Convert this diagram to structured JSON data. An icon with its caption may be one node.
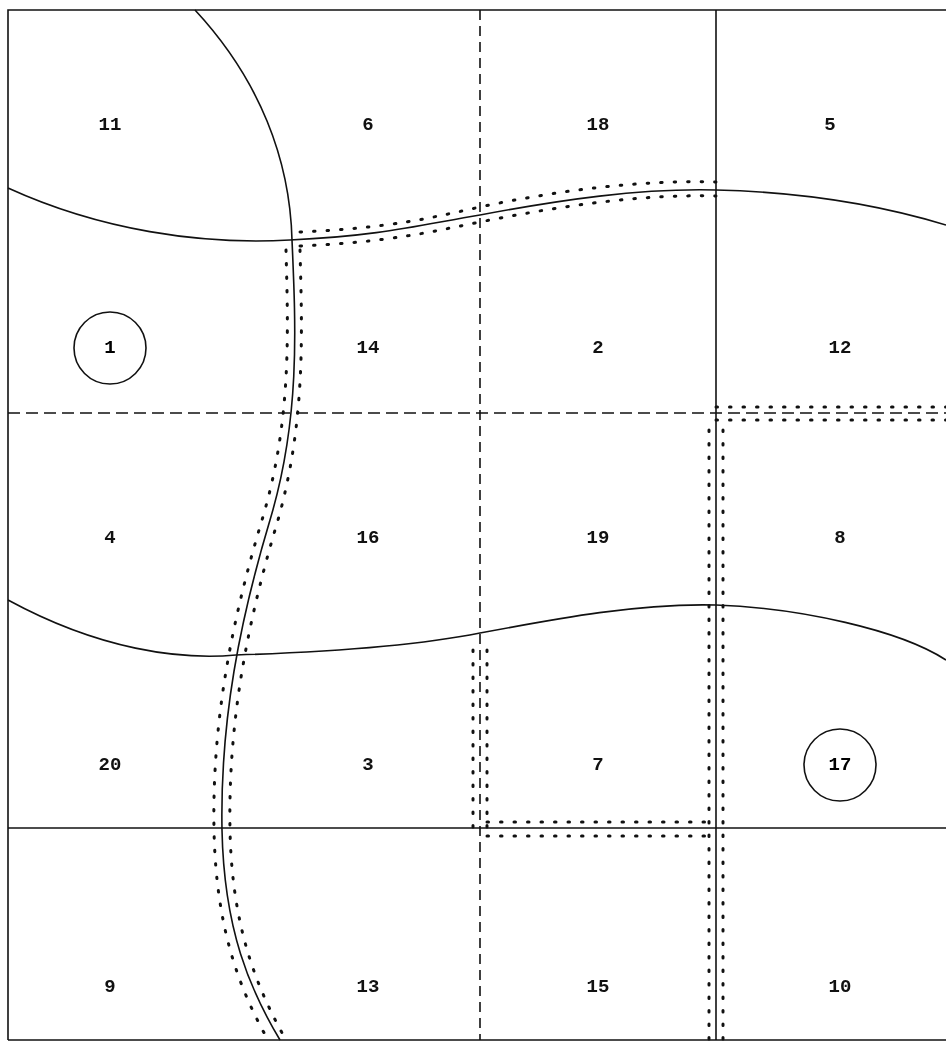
{
  "diagram": {
    "nodes": [
      {
        "text": [
          "1"
        ]
      },
      {
        "text": [
          "17"
        ]
      }
    ],
    "labels": [
      "11",
      "6",
      "18",
      "5",
      "14",
      "2",
      "12",
      "4",
      "16",
      "19",
      "8",
      "20",
      "3",
      "7",
      "9",
      "13",
      "15",
      "10"
    ]
  }
}
